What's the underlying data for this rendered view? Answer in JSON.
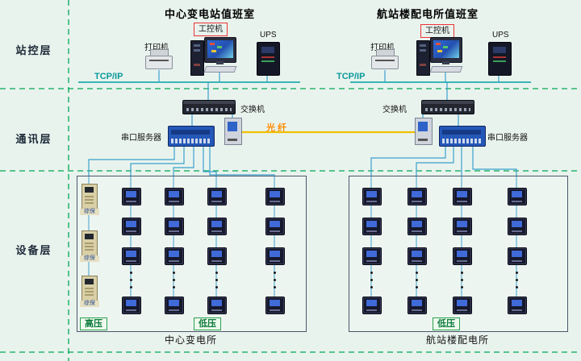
{
  "layers": [
    {
      "label": "站控层"
    },
    {
      "label": "通讯层"
    },
    {
      "label": "设备层"
    }
  ],
  "fiber_label": "光纤",
  "left_group": {
    "title": "中心变电站值班室",
    "ipc_label": "工控机",
    "printer_label": "打印机",
    "ups_label": "UPS",
    "tcpip_label": "TCP/IP",
    "switch_label": "交换机",
    "serial_label": "串口服务器",
    "relays": [
      "综保",
      "综保",
      "综保"
    ],
    "hv_label": "高压",
    "lv_label": "低压",
    "station_label": "中心变电所"
  },
  "right_group": {
    "title": "航站楼配电所值班室",
    "ipc_label": "工控机",
    "printer_label": "打印机",
    "ups_label": "UPS",
    "tcpip_label": "TCP/IP",
    "switch_label": "交换机",
    "serial_label": "串口服务器",
    "lv_label": "低压",
    "station_label": "航站楼配电所"
  },
  "colors": {
    "background": "#e9f3ee",
    "dashed_line": "#00a855",
    "wire": "#3aa0cc",
    "bus": "#00a0a0",
    "fiber_line": "#f0c000",
    "fiber_text": "#ff8a00",
    "red_box": "#ee3333"
  }
}
